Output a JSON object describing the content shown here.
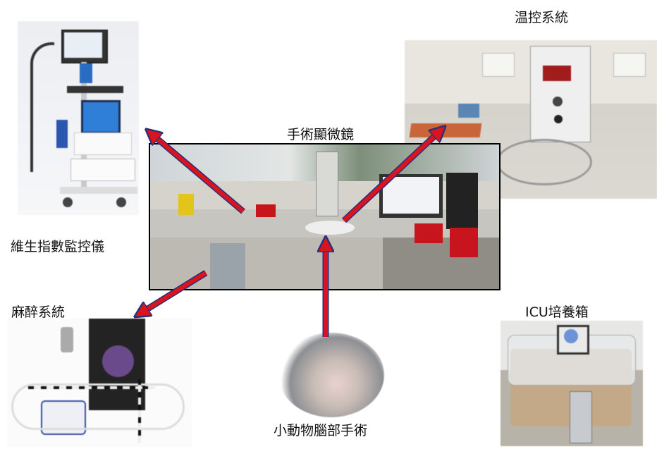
{
  "labels": {
    "temperature_control": "温控系統",
    "surgical_microscope": "手術顯微鏡",
    "vital_signs_monitor": "維生指數監控儀",
    "anesthesia_system": "麻醉系統",
    "small_animal_brain_surgery": "小動物腦部手術",
    "icu_incubator": "ICU培養箱"
  },
  "colors": {
    "arrow_fill": "#d9141e",
    "arrow_outline": "#2a2f7a",
    "photo_border": "#000000"
  }
}
